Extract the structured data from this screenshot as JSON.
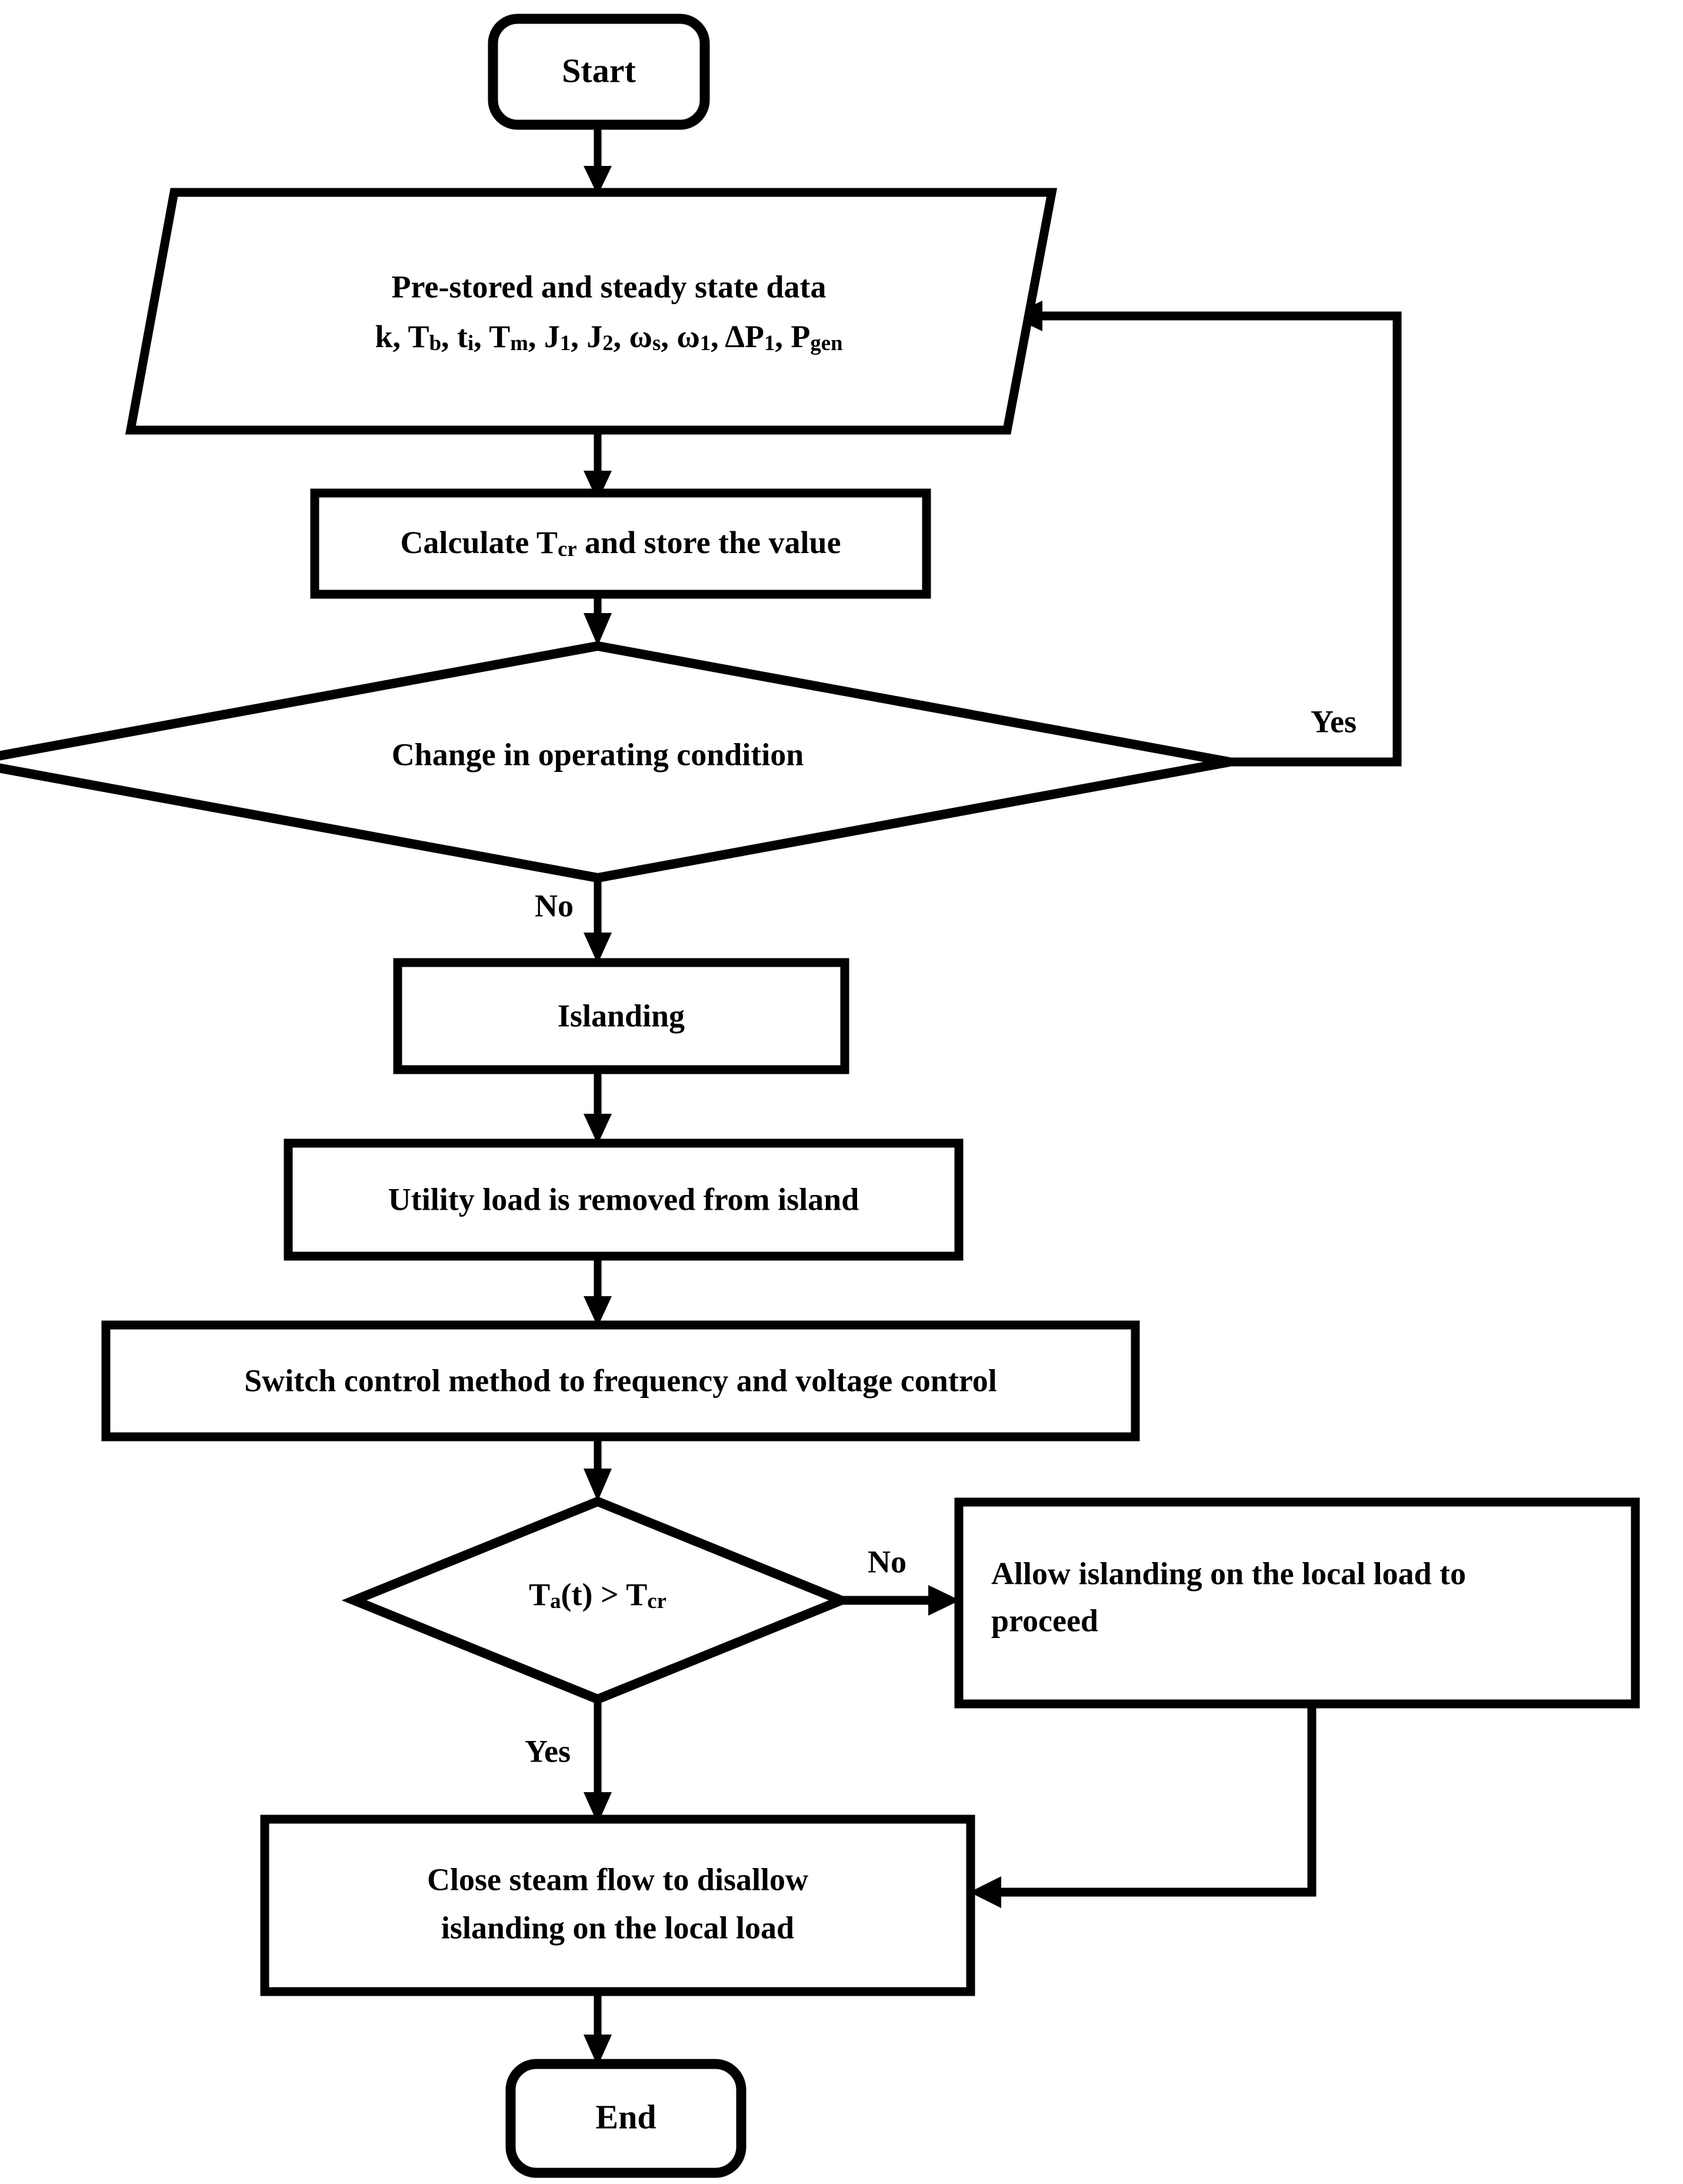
{
  "diagram": {
    "title": "Islanding control decision flowchart",
    "type": "flowchart",
    "background_color": "#ffffff",
    "line_color": "#000000",
    "text_color": "#000000"
  },
  "nodes": {
    "start": {
      "shape": "rounded-rectangle",
      "label": "Start"
    },
    "data_input": {
      "shape": "parallelogram",
      "line1": "Pre-stored and steady state data",
      "line2_parts": [
        {
          "base": "k, T",
          "sub": "b"
        },
        {
          "base": ", t",
          "sub": "i"
        },
        {
          "base": ", T",
          "sub": "m"
        },
        {
          "base": ", J",
          "sub": "1"
        },
        {
          "base": ", J",
          "sub": "2"
        },
        {
          "base": ", ω",
          "sub": "s"
        },
        {
          "base": ", ω",
          "sub": "1"
        },
        {
          "base": ", ΔP",
          "sub": "1"
        },
        {
          "base": ", P",
          "sub": "gen"
        }
      ],
      "line2_plain": "k, Tb, ti, Tm, J1, J2, ωs, ω1, ΔP1, Pgen"
    },
    "calculate_tcr": {
      "shape": "rectangle",
      "prefix": "Calculate T",
      "sub": "cr",
      "suffix": " and store the value",
      "label_plain": "Calculate Tcr and store the value"
    },
    "change_condition": {
      "shape": "diamond",
      "label": "Change in operating condition"
    },
    "islanding": {
      "shape": "rectangle",
      "label": "Islanding"
    },
    "utility_load": {
      "shape": "rectangle",
      "label": "Utility load is removed from island"
    },
    "switch_control": {
      "shape": "rectangle",
      "label": "Switch control method to frequency and voltage control"
    },
    "temp_check": {
      "shape": "diamond",
      "prefix": "T",
      "sub1": "a",
      "mid": "(t) > T",
      "sub2": "cr",
      "label_plain": "Ta(t) > Tcr"
    },
    "allow_islanding": {
      "shape": "rectangle",
      "align": "left",
      "line1": "Allow islanding on the local load to",
      "line2": "proceed"
    },
    "close_steam": {
      "shape": "rectangle",
      "align": "center",
      "line1": "Close steam flow to disallow",
      "line2": "islanding on the local load"
    },
    "end": {
      "shape": "rounded-rectangle",
      "label": "End"
    }
  },
  "edge_labels": {
    "change_condition_yes": "Yes",
    "change_condition_no": "No",
    "temp_check_no": "No",
    "temp_check_yes": "Yes"
  }
}
